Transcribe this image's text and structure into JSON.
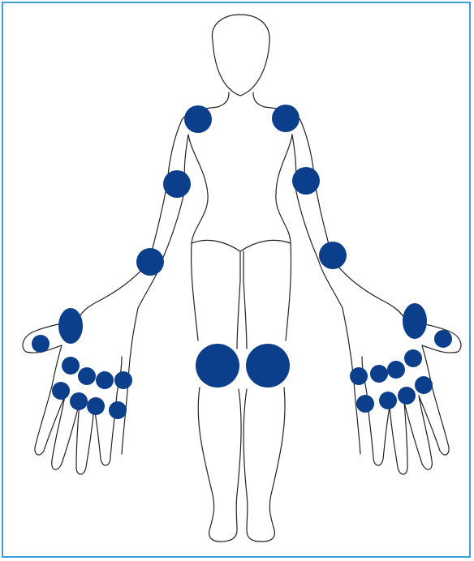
{
  "colors": {
    "frame_border": "#3aa0d8",
    "outline": "#222222",
    "joint": "#0b3f8c",
    "background": "#ffffff"
  },
  "figure": {
    "name": "body-figure-front",
    "joints": [
      {
        "name": "shoulder-right-joint"
      },
      {
        "name": "shoulder-left-joint"
      },
      {
        "name": "elbow-right-joint"
      },
      {
        "name": "elbow-left-joint"
      },
      {
        "name": "wrist-right-joint"
      },
      {
        "name": "wrist-left-joint"
      },
      {
        "name": "knee-right-joint"
      },
      {
        "name": "knee-left-joint"
      }
    ]
  }
}
